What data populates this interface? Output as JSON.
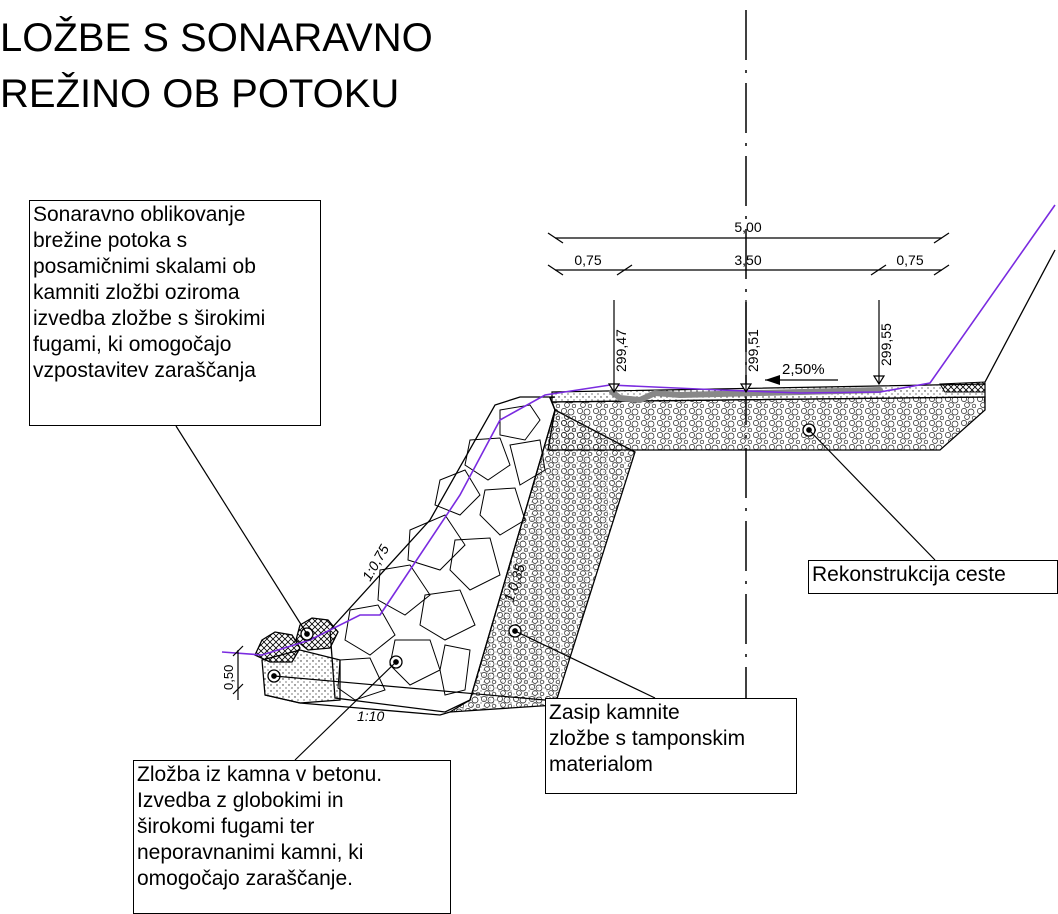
{
  "title": {
    "line1": "LOŽBE S SONARAVNO",
    "line2": "REŽINO OB POTOKU"
  },
  "dimensions": {
    "total": "5,00",
    "left": "0,75",
    "middle": "3,50",
    "right": "0,75",
    "foot_height": "0,50"
  },
  "elevations": {
    "left": "299,47",
    "center": "299,51",
    "right": "299,55"
  },
  "cross_slope": "2,50%",
  "slopes": {
    "face": "1:0,75",
    "back": "1:0,35",
    "base": "1:10"
  },
  "notes": {
    "bank": [
      "Sonaravno oblikovanje",
      "brežine potoka s",
      "posamičnimi skalami ob",
      "kamniti zložbi oziroma",
      "izvedba zložbe s širokimi",
      "fugami, ki omogočajo",
      "vzpostavitev zaraščanja"
    ],
    "road": [
      "Rekonstrukcija ceste"
    ],
    "backfill": [
      "Zasip kamnite",
      "zložbe s tamponskim",
      "materialom"
    ],
    "wall": [
      "Zložba iz kamna v betonu.",
      "Izvedba z globokimi in",
      "širokomi fugami ter",
      "neporavnanimi kamni, ki",
      "omogočajo zaraščanje."
    ]
  },
  "colors": {
    "terrain_line": "#7a2be0",
    "ink": "#000000",
    "pavement": "#888888",
    "boulder_fill": "#8c8c8c"
  }
}
